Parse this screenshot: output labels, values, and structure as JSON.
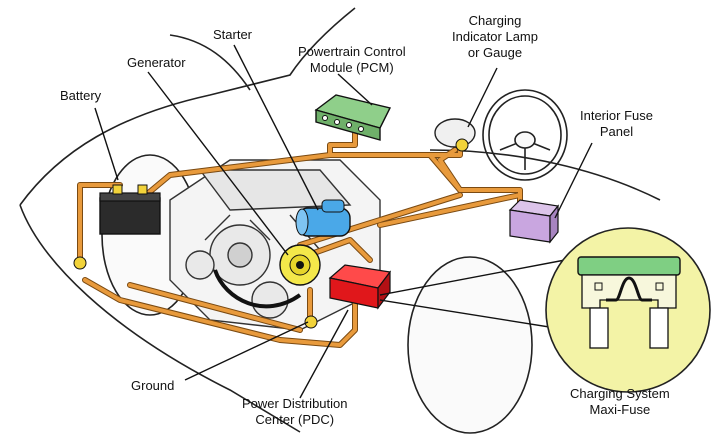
{
  "labels": {
    "battery": "Battery",
    "generator": "Generator",
    "starter": "Starter",
    "pcm": [
      "Powertrain Control",
      "Module (PCM)"
    ],
    "charging_lamp": [
      "Charging",
      "Indicator Lamp",
      "or Gauge"
    ],
    "interior_fuse": [
      "Interior Fuse",
      "Panel"
    ],
    "ground": "Ground",
    "pdc": [
      "Power Distribution",
      "Center (PDC)"
    ],
    "maxi_fuse": [
      "Charging System",
      "Maxi-Fuse"
    ]
  },
  "colors": {
    "wire": "#e89a3c",
    "wire_outline": "#7a4a12",
    "pcm": "#8fcf8a",
    "starter": "#4aa8e8",
    "generator": "#f4e84a",
    "pdc": "#e0171b",
    "interior_fuse": "#c9a6e0",
    "fuse_callout": "#f3f3a6",
    "fuse_cap": "#7fcf83"
  }
}
